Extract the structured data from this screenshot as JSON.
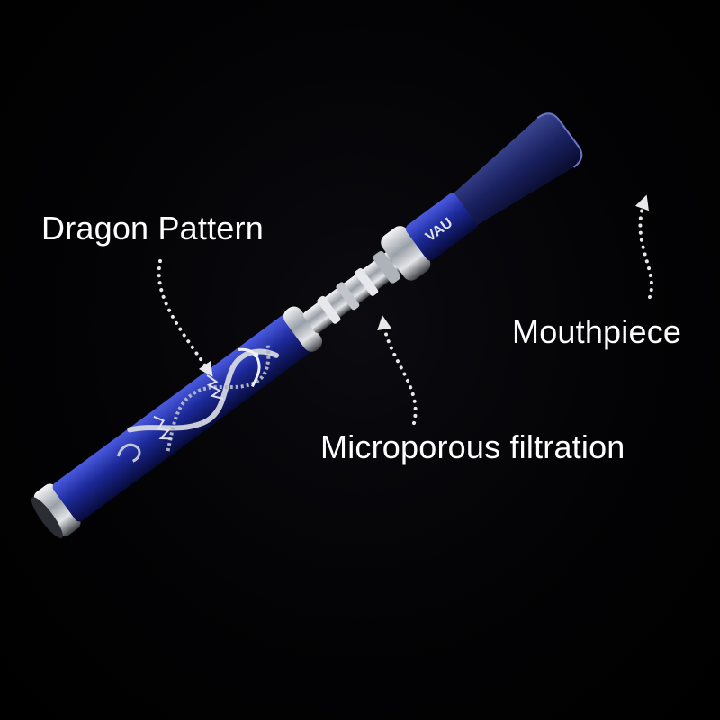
{
  "labels": {
    "dragon_pattern": "Dragon Pattern",
    "mouthpiece": "Mouthpiece",
    "microporous_filtration": "Microporous filtration"
  },
  "product": {
    "brand_text": "VAU",
    "body_color": "#1d2a9a",
    "metal_color": "#c9cdd4"
  },
  "colors": {
    "background": "#000000",
    "label_text": "#ffffff",
    "pointer": "#e8e8e8"
  }
}
